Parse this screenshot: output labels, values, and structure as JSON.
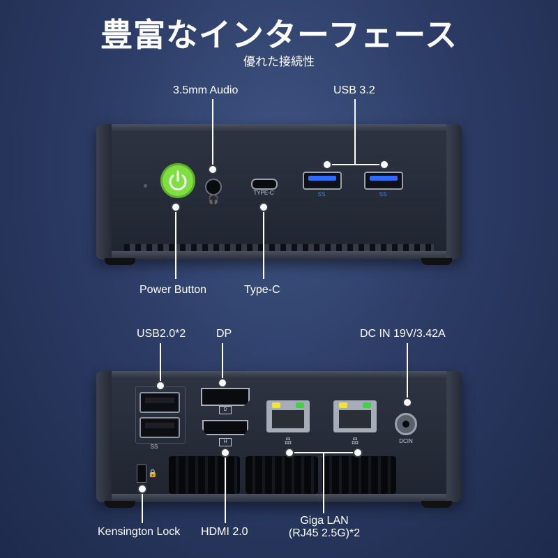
{
  "title": "豊富なインターフェース",
  "subtitle": "優れた接続性",
  "top_labels": {
    "audio": "3.5mm Audio",
    "usb32": "USB 3.2",
    "power": "Power Button",
    "typec": "Type-C",
    "port_typec_text": "TYPE-C",
    "ss_text": "SS"
  },
  "bottom_labels": {
    "usb20": "USB2.0*2",
    "dp": "DP",
    "dc": "DC IN 19V/3.42A",
    "kensington": "Kensington Lock",
    "hdmi": "HDMI 2.0",
    "lan_line1": "Giga LAN",
    "lan_line2": "(RJ45 2.5G)*2",
    "dcin_text": "DCIN",
    "ss_text": "SS"
  },
  "colors": {
    "power_button": "#7ee040",
    "usb3_blue": "#2f6bff",
    "led_yellow": "#f2e23a",
    "led_green": "#43d14a"
  }
}
